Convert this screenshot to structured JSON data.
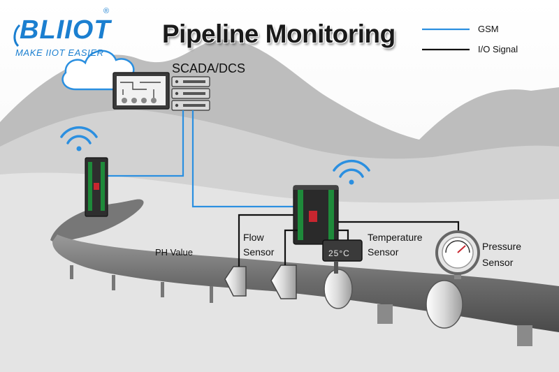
{
  "title": "Pipeline Monitoring",
  "logo": {
    "name": "BLIIOT",
    "registered": "®",
    "slogan": "MAKE IIOT EASIER"
  },
  "legend": [
    {
      "label": "GSM",
      "color": "#2b8fe0"
    },
    {
      "label": "I/O Signal",
      "color": "#111111"
    }
  ],
  "scada_label": "SCADA/DCS",
  "sensors": {
    "ph": "PH Value",
    "flow": [
      "Flow",
      "Sensor"
    ],
    "temperature": [
      "Temperature",
      "Sensor"
    ],
    "pressure": [
      "Pressure",
      "Sensor"
    ]
  },
  "temperature_readout": "25°C",
  "colors": {
    "gsm_line": "#2b8fe0",
    "io_line": "#111111",
    "logo_blue": "#1b7fd0",
    "wifi_blue": "#2b8fe0",
    "mountain": "#c9c9c9",
    "pipe": "#7d7d7d",
    "device": "#2e2e2e"
  },
  "icons": [
    "cloud-icon",
    "wifi-icon",
    "scada-monitor-icon",
    "server-rack-icon",
    "rtu-device-icon",
    "flow-sensor-icon",
    "temperature-display-icon",
    "pressure-gauge-icon"
  ]
}
